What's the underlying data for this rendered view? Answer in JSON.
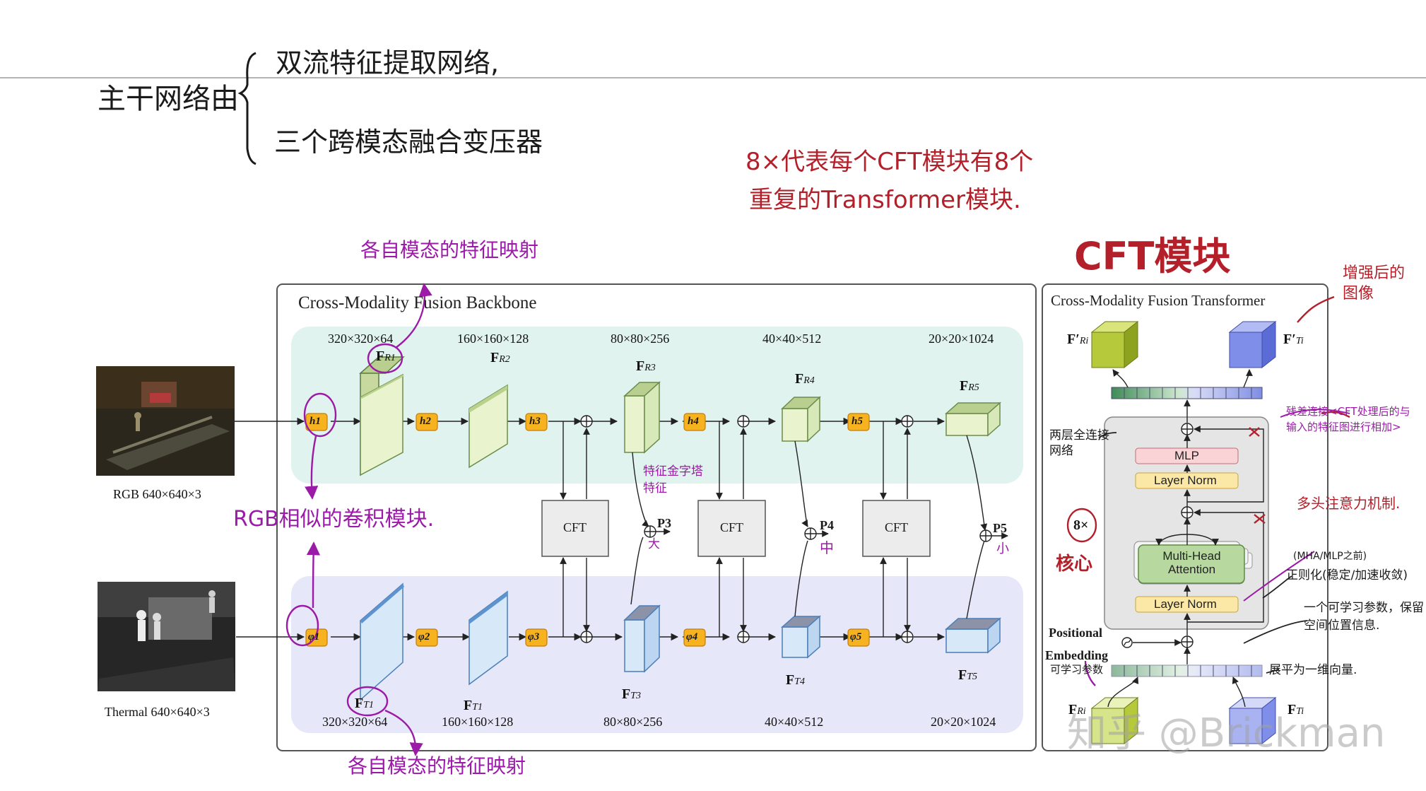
{
  "notes": {
    "brace_label": "主干网络由",
    "item1": "双流特征提取网络,",
    "item2": "三个跨模态融合变压器",
    "red_line1": "8×代表每个CFT模块有8个",
    "red_line2": "重复的Transformer模块.",
    "cft_title": "CFT模块",
    "enhanced": "增强后的图像",
    "top_proj": "各自模态的特征映射",
    "bottom_proj": "各自模态的特征映射",
    "rgb_conv": "RGB相似的卷积模块.",
    "pyramid": "特征金字塔特征",
    "p3_size": "大",
    "p4_size": "中",
    "p5_size": "小",
    "residual": "残差连接<CFT处理后的与输入的特征图进行相加>",
    "mlp_note": "两层全连接网络",
    "attn_note": "多头注意力机制.",
    "core": "核心",
    "norm_note_a": "(MHA/MLP之前)",
    "norm_note_b": "正则化(稳定/加速收敛)",
    "pos_note": "一个可学习参数，保留空间位置信息.",
    "flat_note_a": "可学习参数",
    "flat_note_b": "展平为一维向量."
  },
  "backbone": {
    "title": "Cross-Modality Fusion Backbone",
    "rgb_caption": "RGB 640×640×3",
    "thermal_caption": "Thermal 640×640×3",
    "rgb_dims": [
      "320×320×64",
      "160×160×128",
      "80×80×256",
      "40×40×512",
      "20×20×1024"
    ],
    "thermal_dims": [
      "320×320×64",
      "160×160×128",
      "80×80×256",
      "40×40×512",
      "20×20×1024"
    ],
    "rgb_features": [
      "F",
      "F",
      "F",
      "F",
      "F"
    ],
    "rgb_feature_subs": [
      "R1",
      "R2",
      "R3",
      "R4",
      "R5"
    ],
    "thermal_features": [
      "F",
      "F",
      "F",
      "F",
      "F"
    ],
    "thermal_feature_subs": [
      "T1",
      "T1",
      "T3",
      "T4",
      "T5"
    ],
    "rgb_ops": [
      "h1",
      "h2",
      "h3",
      "h4",
      "h5"
    ],
    "thermal_ops": [
      "φ1",
      "φ2",
      "φ3",
      "φ4",
      "φ5"
    ],
    "cft_blocks": [
      "CFT",
      "CFT",
      "CFT"
    ],
    "outputs": [
      "P3",
      "P4",
      "P5"
    ]
  },
  "transformer": {
    "title": "Cross-Modality Fusion Transformer",
    "in_rgb": "F",
    "in_rgb_sub": "Ri",
    "in_thermal": "F",
    "in_thermal_sub": "Ti",
    "out_rgb": "F′",
    "out_rgb_sub": "Ri",
    "out_thermal": "F′",
    "out_thermal_sub": "Ti",
    "mlp": "MLP",
    "layer_norm_top": "Layer Norm",
    "attention": "Multi-Head Attention",
    "layer_norm_bottom": "Layer Norm",
    "repeat": "8×",
    "pos_label_a": "Positional",
    "pos_label_b": "Embedding"
  },
  "watermark": "知乎 @Brickman",
  "colors": {
    "rgb_band": "#e1f3ee",
    "thermal_band": "#e6e7f8",
    "op_box": "#f7b21f",
    "rgb_cube": "#e9f4cf",
    "thermal_cube": "#d7e9f9",
    "cft_box": "#ececec",
    "mlp": "#f9d3d6",
    "layer_norm": "#fbe8a6",
    "attention": "#b7d9a0",
    "handwriting_red": "#b3202a",
    "handwriting_purple": "#9b1aa8"
  }
}
